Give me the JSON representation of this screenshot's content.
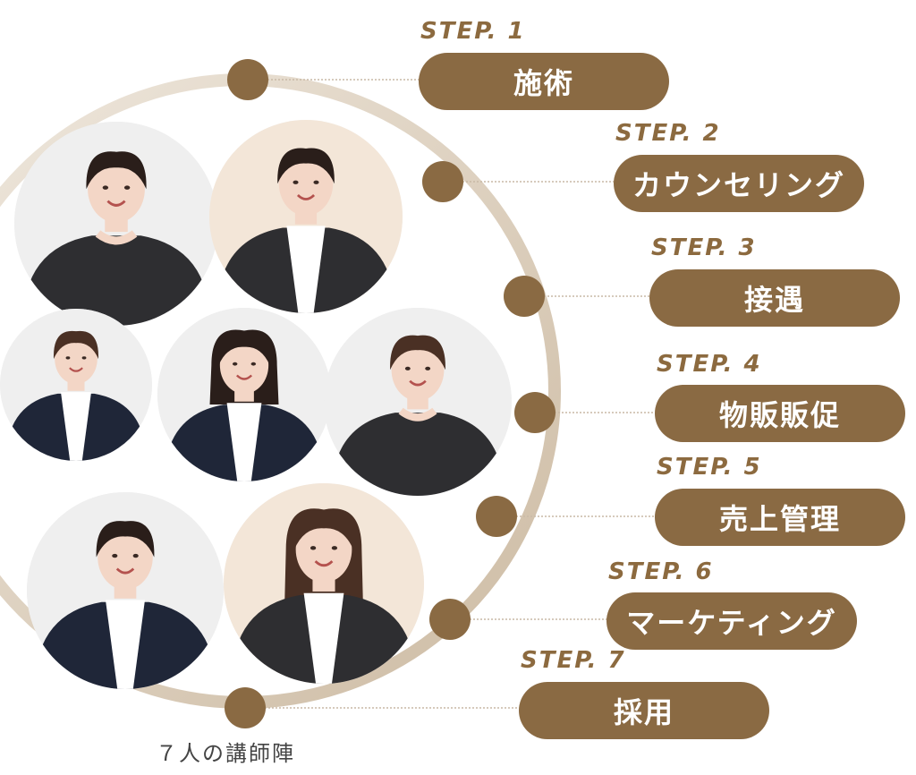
{
  "colors": {
    "accent": "#8a6a43",
    "pill_text": "#ffffff",
    "step_text": "#8c6a3f",
    "ring_light": "#efe8de",
    "ring_dark": "#cdbba3",
    "connector": "#c9b9a6",
    "caption": "#444444",
    "jacket_black": "#2e2e31",
    "jacket_navy": "#1f2638",
    "hair_dark": "#2a1e1a",
    "hair_brown": "#4a3024",
    "skin": "#f3d6c6",
    "blouse": "#ffffff",
    "photo_bg": "#efefef",
    "photo_bg_warm": "#f3e6d8"
  },
  "steps": [
    {
      "number_label": "STEP. 1",
      "title": "施術"
    },
    {
      "number_label": "STEP. 2",
      "title": "カウンセリング"
    },
    {
      "number_label": "STEP. 3",
      "title": "接遇"
    },
    {
      "number_label": "STEP. 4",
      "title": "物販販促"
    },
    {
      "number_label": "STEP. 5",
      "title": "売上管理"
    },
    {
      "number_label": "STEP. 6",
      "title": "マーケティング"
    },
    {
      "number_label": "STEP. 7",
      "title": "採用"
    }
  ],
  "instructors": [
    {
      "outfit": "black-dress",
      "hair": "dark-ponytail"
    },
    {
      "outfit": "black-jacket",
      "hair": "dark-ponytail"
    },
    {
      "outfit": "navy-jacket",
      "hair": "brown-ponytail"
    },
    {
      "outfit": "navy-jacket",
      "hair": "dark-bob"
    },
    {
      "outfit": "black-dress",
      "hair": "brown-updo"
    },
    {
      "outfit": "navy-jacket",
      "hair": "dark-ponytail"
    },
    {
      "outfit": "black-jacket",
      "hair": "brown-long"
    }
  ],
  "caption": "７人の講師陣"
}
